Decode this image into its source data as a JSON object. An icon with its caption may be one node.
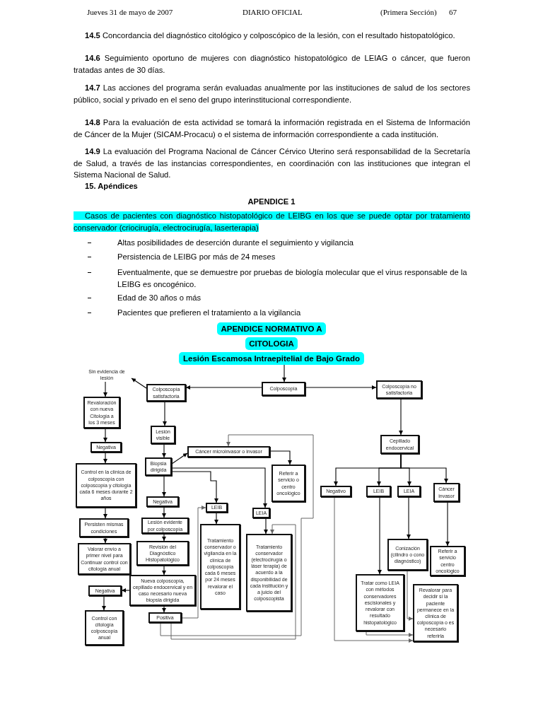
{
  "diagram": {
    "nodes": [
      {
        "text": [
          "Lesión Escamosa Intraepitelial de Bajo Grado"
        ]
      },
      {
        "text": [
          "Sin evidencia de lesión"
        ]
      },
      {
        "text": [
          "Colposcopía"
        ]
      },
      {
        "text": [
          "Colposcopía satisfactoria"
        ]
      },
      {
        "text": [
          "Colposcopía no satisfactoria"
        ]
      },
      {
        "text": [
          "Revaloración con nueva Citología a los 3 meses"
        ]
      },
      {
        "text": [
          "Lesión visible"
        ]
      },
      {
        "text": [
          "Cepillado endocervical"
        ]
      },
      {
        "text": [
          "Negativa"
        ]
      },
      {
        "text": [
          "Cáncer microinvasor o invasor"
        ]
      },
      {
        "text": [
          "Biopsia dirigida"
        ]
      },
      {
        "text": [
          "Control en la clínica de colposcopía con colposcopía y citología cada 6 meses durante 2 años"
        ]
      },
      {
        "text": [
          "Referir a servicio o centro oncológico"
        ]
      },
      {
        "text": [
          "Negativo"
        ]
      },
      {
        "text": [
          "LEIB"
        ]
      },
      {
        "text": [
          "LEIA"
        ]
      },
      {
        "text": [
          "Cáncer invasor"
        ]
      },
      {
        "text": [
          "Negativa"
        ]
      },
      {
        "text": [
          "LEIB"
        ]
      },
      {
        "text": [
          "LEIA"
        ]
      },
      {
        "text": [
          "Persisten mismas condiciones"
        ]
      },
      {
        "text": [
          "Lesión evidente por colposcopía"
        ]
      },
      {
        "text": [
          "Tratamiento conservador o vigilancia en la clínica de colposcopía cada 6 meses por 24 meses revalorar el caso"
        ]
      },
      {
        "text": [
          "Tratamiento conservador (electrocirugía o láser terapia) de acuerdo a la disponibilidad de cada institución y a juicio del colposcopista"
        ]
      },
      {
        "text": [
          "Conización (cilindro o cono diagnóstico)"
        ]
      },
      {
        "text": [
          "Valorar envío a primer nivel para Continuar control con citología anual"
        ]
      },
      {
        "text": [
          "Revisión del Diagnóstico Histopatológico"
        ]
      },
      {
        "text": [
          "Referir a servicio centro oncológico"
        ]
      },
      {
        "text": [
          "Nueva colposcopía, cepillado endocervical y en caso necesario nueva biopsia dirigida"
        ]
      },
      {
        "text": [
          "Negativa"
        ]
      },
      {
        "text": [
          "Tratar como LEIA con métodos conservadores escisionales y revalorar con resultado histopatológico"
        ]
      },
      {
        "text": [
          "Revalorar para decidir si la paciente permanece en la clínica de colposcopía o es necesario referirla"
        ]
      },
      {
        "text": [
          "Control con citología colposcopía anual"
        ]
      },
      {
        "text": [
          "Positiva"
        ]
      }
    ],
    "edges": [
      {
        "from": 0,
        "to": 2,
        "arrow": "to"
      },
      {
        "from": 2,
        "to": 3,
        "arrow": "to"
      },
      {
        "from": 2,
        "to": 4,
        "arrow": "to"
      },
      {
        "from": 3,
        "to": 1,
        "arrow": "to"
      },
      {
        "from": 1,
        "to": 5,
        "arrow": "to"
      },
      {
        "from": 5,
        "to": 8,
        "arrow": "to"
      },
      {
        "from": 8,
        "to": 11,
        "arrow": "to"
      },
      {
        "from": 11,
        "to": 20,
        "arrow": "to"
      },
      {
        "from": 20,
        "to": 25,
        "arrow": "to"
      },
      {
        "from": 3,
        "to": 6,
        "arrow": "to"
      },
      {
        "from": 6,
        "to": 10,
        "arrow": "to"
      },
      {
        "from": 10,
        "to": 9,
        "arrow": "to"
      },
      {
        "from": 10,
        "to": 19,
        "arrow": "to"
      },
      {
        "from": 10,
        "to": 18,
        "arrow": "to"
      },
      {
        "from": 10,
        "to": 17,
        "arrow": "to"
      },
      {
        "from": 9,
        "to": 12,
        "arrow": "to"
      },
      {
        "from": 17,
        "to": 21,
        "arrow": "to"
      },
      {
        "from": 21,
        "to": 26,
        "arrow": "to"
      },
      {
        "from": 26,
        "to": 28,
        "arrow": "to"
      },
      {
        "from": 28,
        "to": 29,
        "arrow": "to"
      },
      {
        "from": 29,
        "to": 32,
        "arrow": "to"
      },
      {
        "from": 28,
        "to": 33,
        "arrow": "to"
      },
      {
        "from": 33,
        "to": 18,
        "arrow": "to",
        "color": "#666666"
      },
      {
        "from": 33,
        "to": 9,
        "arrow": "to",
        "color": "#666666"
      },
      {
        "from": 33,
        "to": 23,
        "arrow": "to",
        "color": "#666666"
      },
      {
        "from": 18,
        "to": 22,
        "arrow": "to"
      },
      {
        "from": 19,
        "to": 23,
        "arrow": "to"
      },
      {
        "from": 4,
        "to": 7,
        "arrow": "to"
      },
      {
        "from": 7,
        "to": 13,
        "arrow": "to"
      },
      {
        "from": 7,
        "to": 14,
        "arrow": "to"
      },
      {
        "from": 7,
        "to": 15,
        "arrow": "to"
      },
      {
        "from": 7,
        "to": 16,
        "arrow": "to"
      },
      {
        "from": 13,
        "to": 31,
        "arrow": "to",
        "color": "#666666"
      },
      {
        "from": 14,
        "to": 30,
        "arrow": "to"
      },
      {
        "from": 15,
        "to": 24,
        "arrow": "to"
      },
      {
        "from": 16,
        "to": 27,
        "arrow": "to"
      },
      {
        "from": 30,
        "to": 31,
        "arrow": "to",
        "color": "#666666"
      },
      {
        "from": 24,
        "to": 31,
        "arrow": "to",
        "color": "#666666"
      }
    ],
    "labels": [
      "Jueves 31 de mayo de 2007",
      "DIARIO OFICIAL",
      "(Primera Sección)",
      "67",
      "**14.5** Concordancia del diagnóstico citológico y colposcópico de la lesión, con el resultado histopatológico.",
      "**14.6** Seguimiento oportuno de mujeres con diagnóstico histopatológico de LEIAG o cáncer, que fueron tratadas antes de 30 días.",
      "**14.7** Las acciones del programa serán evaluadas anualmente por las instituciones de salud de los sectores público, social y privado en el seno del grupo interinstitucional correspondiente.",
      "**14.8** Para la evaluación de esta actividad se tomará la información registrada en el Sistema de Información de Cáncer de la Mujer (SICAM-Procacu) o el sistema de información correspondiente a cada institución.",
      "**14.9** La evaluación del Programa Nacional de Cáncer Cérvico Uterino será responsabilidad de la Secretaría de Salud, a través de las instancias correspondientes, en coordinación con las instituciones que integran el Sistema Nacional de Salud.",
      "15. Apéndices",
      "APENDICE 1",
      "Casos de pacientes con diagnóstico histopatológico de LEIBG en los que se puede optar por tratamiento conservador (criocirugía, electrocirugía, laserterapia)",
      "Altas posibilidades de deserción durante el seguimiento y vigilancia",
      "Persistencia de LEIBG por más de 24 meses",
      "Eventualmente, que se demuestre por pruebas de biología molecular que el virus responsable de la LEIBG es oncogénico.",
      "Edad de 30 años o más",
      "Pacientes que prefieren el tratamiento a la vigilancia",
      "APENDICE NORMATIVO A",
      "CITOLOGIA"
    ]
  }
}
